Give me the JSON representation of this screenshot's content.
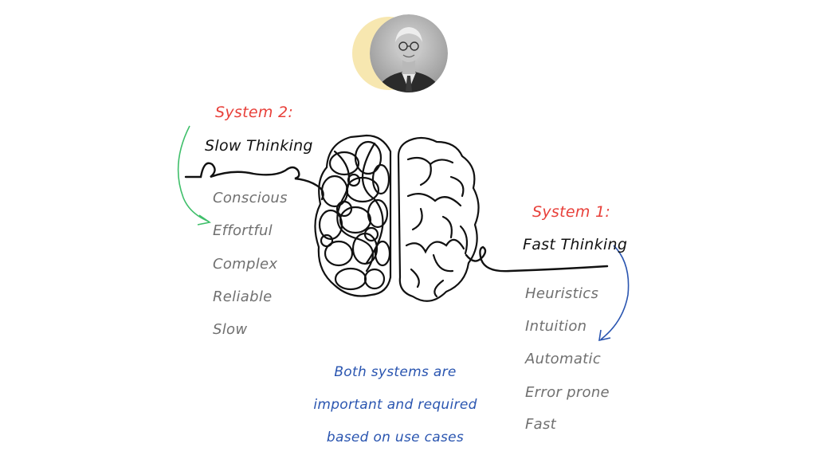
{
  "colors": {
    "heading": "#e8403a",
    "note": "#2a55b0",
    "arrow_left": "#3fbf6a",
    "arrow_right": "#2a55b0",
    "portrait_backdrop": "#f7e7b0",
    "items": "#707070",
    "ink": "#111111"
  },
  "system2": {
    "heading": "System 2:",
    "subtitle": "Slow Thinking",
    "traits": [
      "Conscious",
      "Effortful",
      "Complex",
      "Reliable",
      "Slow"
    ]
  },
  "system1": {
    "heading": "System 1:",
    "subtitle": "Fast Thinking",
    "traits": [
      "Heuristics",
      "Intuition",
      "Automatic",
      "Error prone",
      "Fast"
    ]
  },
  "note": {
    "lines": [
      "Both systems are",
      "important and required",
      "based on use cases"
    ]
  },
  "icons": {
    "portrait": "portrait-photo-icon",
    "brain": "brain-doodle-icon",
    "arrow_left": "curved-arrow-down-icon",
    "arrow_right": "curved-arrow-down-icon"
  }
}
